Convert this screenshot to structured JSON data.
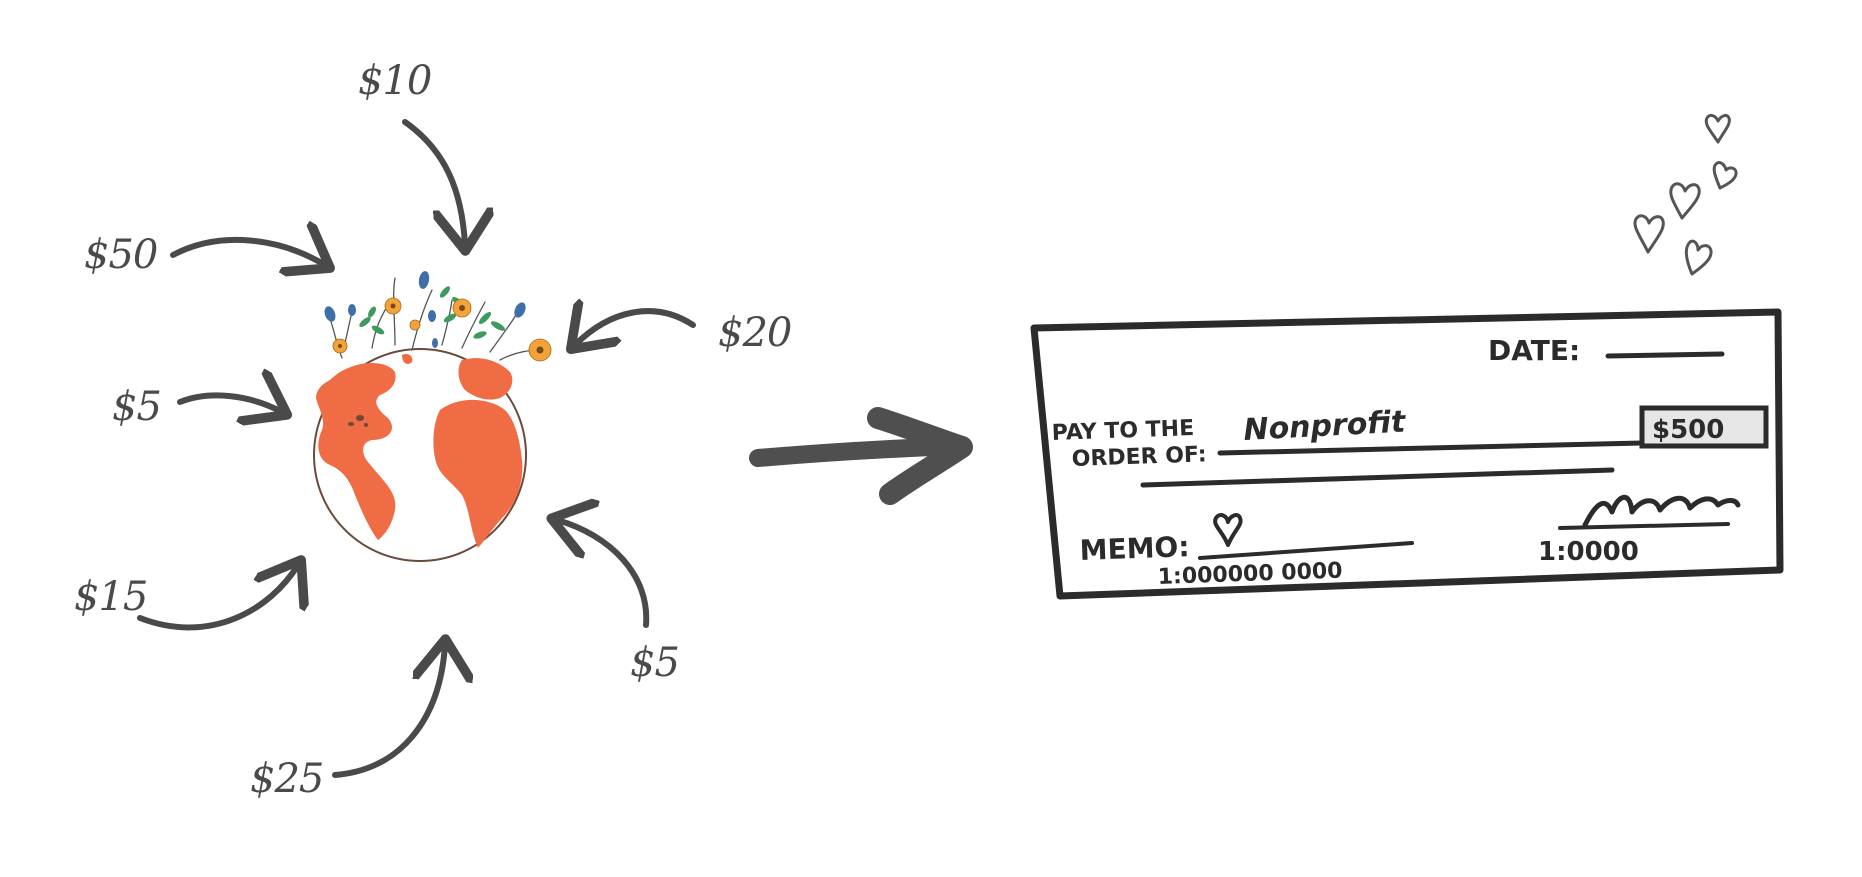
{
  "donations": [
    {
      "id": "top",
      "label": "$10"
    },
    {
      "id": "upper-left",
      "label": "$50"
    },
    {
      "id": "right",
      "label": "$20"
    },
    {
      "id": "left",
      "label": "$5"
    },
    {
      "id": "lower-left",
      "label": "$15"
    },
    {
      "id": "lower-right",
      "label": "$5"
    },
    {
      "id": "bottom",
      "label": "$25"
    }
  ],
  "check": {
    "date_label": "DATE:",
    "pay_to_line1": "PAY TO THE",
    "pay_to_line2": "ORDER OF:",
    "payee": "Nonprofit",
    "amount": "$500",
    "memo_label": "MEMO:",
    "routing_left": "1:000000 0000",
    "routing_right": "1:0000",
    "signature": "mcm"
  },
  "icons": [
    "globe-icon",
    "flower-icon",
    "heart-icon",
    "arrow-icon",
    "signature-icon"
  ],
  "colors": {
    "ink": "#4a4a4a",
    "land": "#ef6c44",
    "petal": "#f2a33a",
    "leaf": "#3f9a5f",
    "bud": "#3f6fa8"
  }
}
